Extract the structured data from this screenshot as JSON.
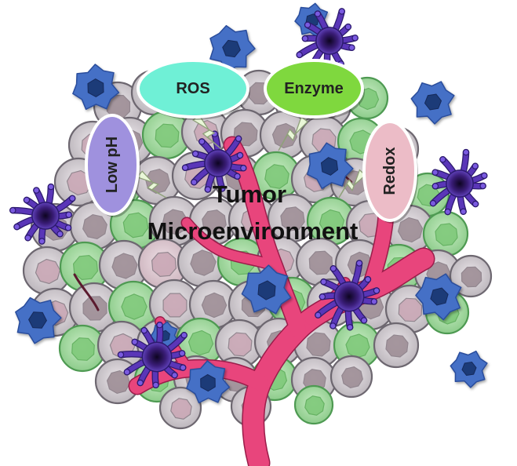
{
  "diagram": {
    "center_line1": "Tumor",
    "center_line2": "Microenvironment",
    "stimuli": [
      {
        "key": "low_ph",
        "label": "Low pH",
        "fill": "#9f91de",
        "orientation": "vertical"
      },
      {
        "key": "ros",
        "label": "ROS",
        "fill": "#6ff0d6",
        "orientation": "horizontal"
      },
      {
        "key": "enzyme",
        "label": "Enzyme",
        "fill": "#7fd83e",
        "orientation": "horizontal"
      },
      {
        "key": "redox",
        "label": "Redox",
        "fill": "#ecbcc7",
        "orientation": "vertical"
      }
    ]
  },
  "colors": {
    "vessel": "#e8457c",
    "vessel_edge": "#9a1d4a",
    "cell_grey": "#c8c4c8",
    "cell_grey_nucleus": "#9e8e96",
    "cell_green": "#a5d9a3",
    "cell_green_nucleus": "#7fc97a",
    "macrophage": "#4470c6",
    "macrophage_nucleus": "#1e3a78",
    "dendritic": "#5a36b8",
    "dendritic_core": "#1a0a3a",
    "oval_border": "#ffffff",
    "lightning": "#e9f7d8"
  }
}
